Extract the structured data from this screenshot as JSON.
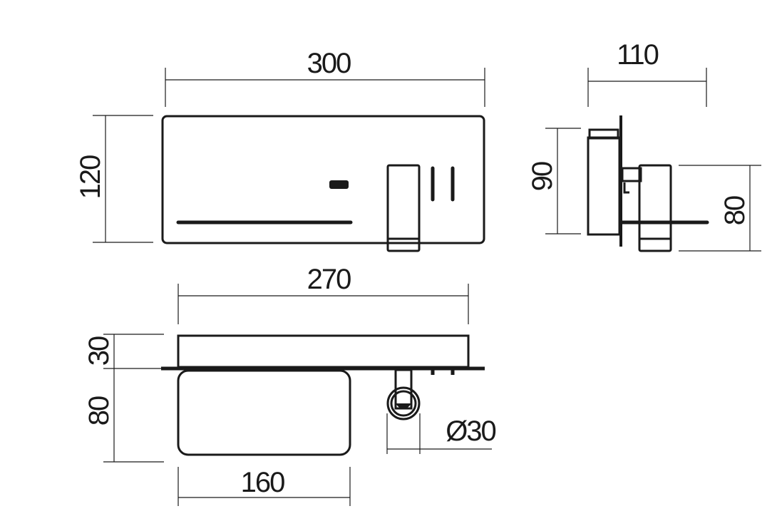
{
  "front_view": {
    "width_label": "300",
    "height_label": "120"
  },
  "side_view": {
    "depth_label": "110",
    "plate_height_label": "90",
    "lamp_height_label": "80"
  },
  "top_view": {
    "length_label": "270",
    "thickness_label": "30",
    "shelf_depth_label": "80",
    "shelf_width_label": "160",
    "diameter_label": "Ø30"
  }
}
